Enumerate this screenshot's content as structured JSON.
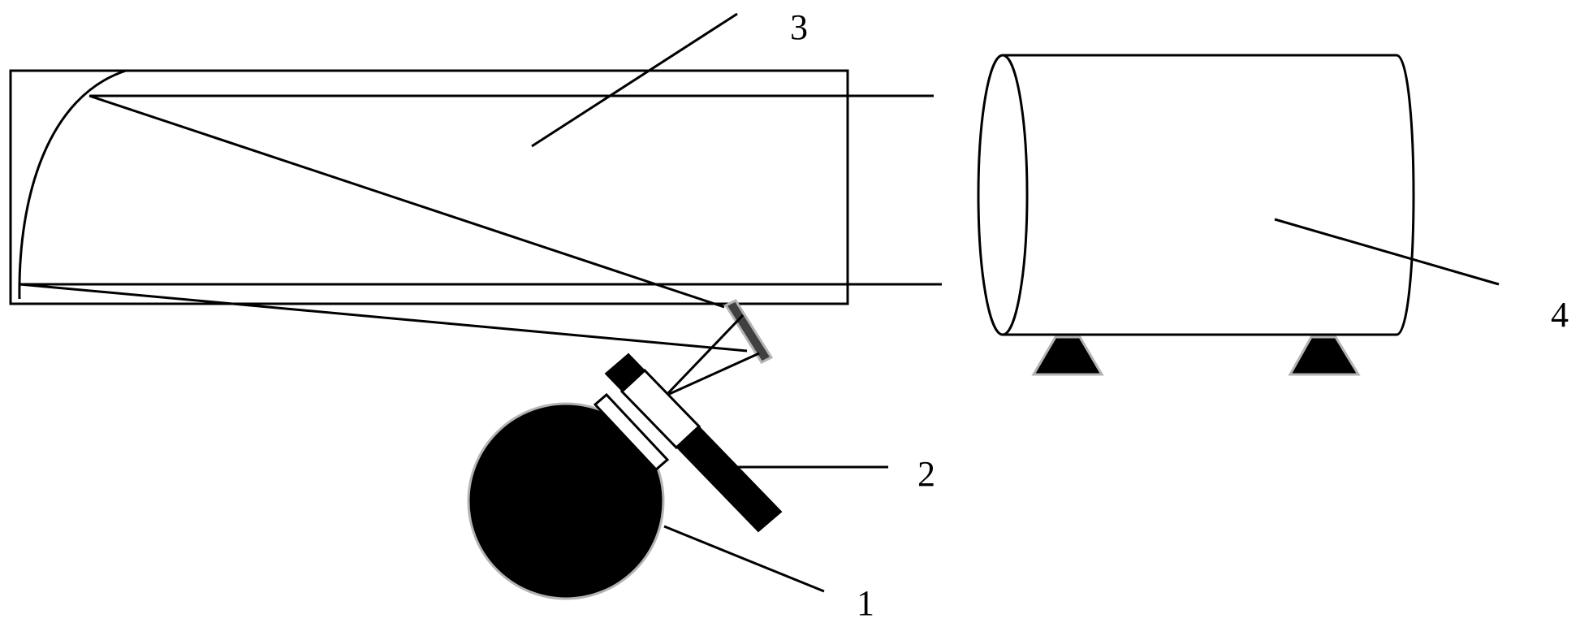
{
  "callouts": {
    "light_source": "1",
    "collimator": "2",
    "reflector_assembly": "3",
    "target_cylinder": "4"
  },
  "colors": {
    "line": "#000000",
    "background": "#ffffff",
    "support_edge": "#b3b3b3",
    "mirror_fill": "#404040"
  }
}
